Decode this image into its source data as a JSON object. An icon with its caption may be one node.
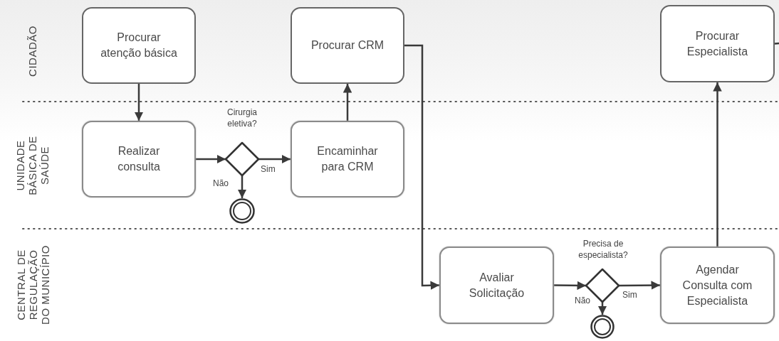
{
  "diagram": {
    "nodes": [
      {
        "text": [
          "CIDADÃO"
        ]
      },
      {
        "text": [
          "UNIDADE BÁSICA DE SAÚDE"
        ]
      },
      {
        "text": [
          "CENTRAL DE REGULAÇÃO DO MUNICÍPIO"
        ]
      },
      {
        "text": [
          "Procurar atenção básica"
        ],
        "in": 0
      },
      {
        "text": [
          "Procurar CRM"
        ],
        "in": 0
      },
      {
        "text": [
          "Procurar Especialista"
        ],
        "in": 0
      },
      {
        "text": [
          "Realizar consulta"
        ],
        "in": 1
      },
      {
        "text": [
          "Cirurgia eletiva?"
        ],
        "in": 1
      },
      {
        "text": [
          "Encaminhar para CRM"
        ],
        "in": 1
      },
      {
        "text": [],
        "shape": "circle",
        "in": 1
      },
      {
        "text": [
          "Avaliar Solicitação"
        ],
        "in": 2
      },
      {
        "text": [
          "Precisa de especialista?"
        ],
        "in": 2
      },
      {
        "text": [
          "Agendar Consulta com Especialista"
        ],
        "in": 2
      },
      {
        "text": [],
        "shape": "circle",
        "in": 2
      }
    ],
    "edges": [
      {
        "from": 3,
        "to": 6,
        "arrow": "to"
      },
      {
        "from": 6,
        "to": 7,
        "arrow": "to"
      },
      {
        "from": 7,
        "to": 8,
        "arrow": "to",
        "label": "Sim"
      },
      {
        "from": 7,
        "to": 9,
        "arrow": "to",
        "label": "Não"
      },
      {
        "from": 8,
        "to": 4,
        "arrow": "to"
      },
      {
        "from": 4,
        "to": 10,
        "arrow": "to"
      },
      {
        "from": 10,
        "to": 11,
        "arrow": "to"
      },
      {
        "from": 11,
        "to": 12,
        "arrow": "to",
        "label": "Sim"
      },
      {
        "from": 11,
        "to": 13,
        "arrow": "to",
        "label": "Não"
      },
      {
        "from": 12,
        "to": 5,
        "arrow": "to"
      },
      {
        "from": 5,
        "to": null,
        "arrow": "none"
      }
    ]
  }
}
